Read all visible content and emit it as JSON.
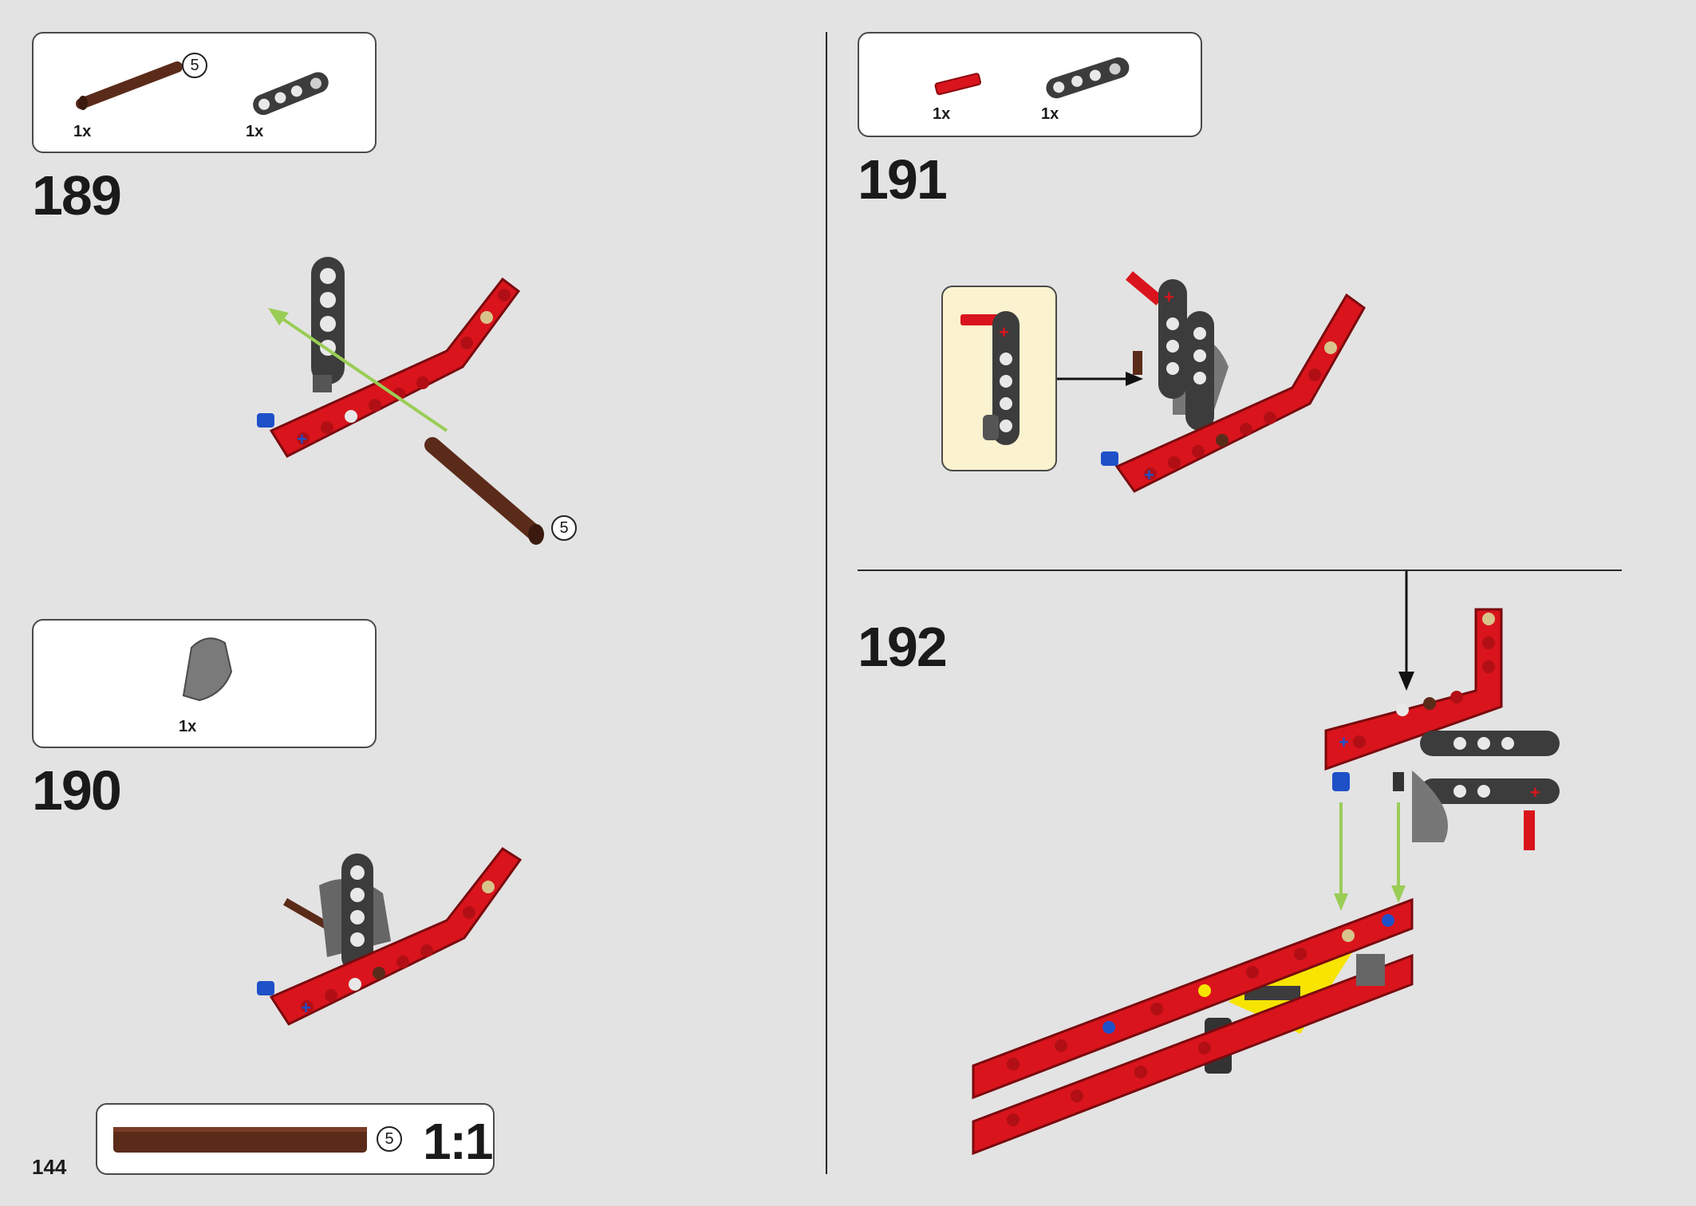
{
  "page": {
    "number": "144"
  },
  "steps": [
    {
      "number": "189",
      "parts": [
        {
          "qty": "1x",
          "part": "brown-axle-pin"
        },
        {
          "qty": "1x",
          "part": "dark-gray-liftarm"
        }
      ],
      "callout_count": "5"
    },
    {
      "number": "190",
      "parts": [
        {
          "qty": "1x",
          "part": "gray-wedge-element"
        }
      ]
    },
    {
      "number": "191",
      "parts": [
        {
          "qty": "1x",
          "part": "red-axle"
        },
        {
          "qty": "1x",
          "part": "dark-gray-liftarm"
        }
      ]
    },
    {
      "number": "192"
    }
  ],
  "scale_ruler": {
    "count": "5",
    "label": "1:1"
  },
  "colors": {
    "background": "#e3e3e3",
    "beam_red": "#d9141c",
    "liftarm_gray": "#3c3c3c",
    "axle_brown": "#5b2b1a",
    "arrow_green": "#9acd56",
    "callout_yellow": "#fbf3cf"
  }
}
